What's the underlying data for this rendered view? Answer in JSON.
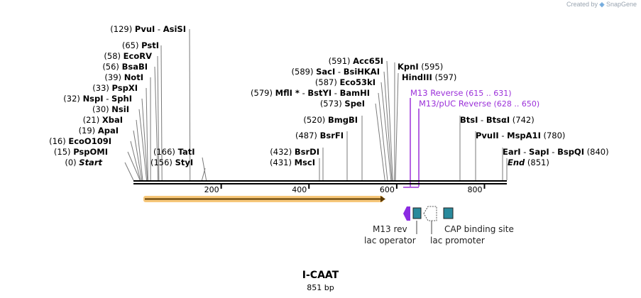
{
  "credit": {
    "created_by": "Created by",
    "brand": "SnapGene"
  },
  "map": {
    "name": "I-CAAT",
    "length_label": "851 bp",
    "length_bp": 851,
    "tick_labels": [
      "200",
      "400",
      "600",
      "800"
    ],
    "tick_values": [
      200,
      400,
      600,
      800
    ],
    "colors": {
      "primer": "#9b30d9",
      "orf": "#e8a33d",
      "orf_arrow": "#5c3a00",
      "lac_operator": "#2a8a9c",
      "cap_site": "#2a8a9c",
      "m13_feature": "#8b2be2"
    },
    "left_sites": [
      {
        "pos": "(129)",
        "name": "PvuI",
        "name2": "AsiSI",
        "loc": 129
      },
      {
        "pos": "(65)",
        "name": "PstI",
        "loc": 65
      },
      {
        "pos": "(58)",
        "name": "EcoRV",
        "loc": 58
      },
      {
        "pos": "(56)",
        "name": "BsaBI",
        "loc": 56
      },
      {
        "pos": "(39)",
        "name": "NotI",
        "loc": 39
      },
      {
        "pos": "(33)",
        "name": "PspXI",
        "loc": 33
      },
      {
        "pos": "(32)",
        "name": "NspI",
        "name2": "SphI",
        "loc": 32
      },
      {
        "pos": "(30)",
        "name": "NsiI",
        "loc": 30
      },
      {
        "pos": "(21)",
        "name": "XbaI",
        "loc": 21
      },
      {
        "pos": "(19)",
        "name": "ApaI",
        "loc": 19
      },
      {
        "pos": "(16)",
        "name": "EcoO109I",
        "loc": 16
      },
      {
        "pos": "(15)",
        "name": "PspOMI",
        "loc": 15
      },
      {
        "pos": "(0)",
        "name": "Start",
        "loc": 0
      }
    ],
    "inner_sites": [
      {
        "name": "TatI",
        "pos": "(166)",
        "loc": 166
      },
      {
        "name": "StyI",
        "pos": "(156)",
        "loc": 156
      }
    ],
    "middle_sites": [
      {
        "pos": "(591)",
        "name": "Acc65I",
        "loc": 591
      },
      {
        "pos": "(589)",
        "name": "SacI",
        "name2": "BsiHKAI",
        "loc": 589
      },
      {
        "pos": "(587)",
        "name": "Eco53kI",
        "loc": 587
      },
      {
        "pos": "(579)",
        "name": "MflI",
        "star": "*",
        "name2": "BstYI",
        "name3": "BamHI",
        "loc": 579
      },
      {
        "pos": "(573)",
        "name": "SpeI",
        "loc": 573
      },
      {
        "pos": "(520)",
        "name": "BmgBI",
        "loc": 520
      },
      {
        "pos": "(487)",
        "name": "BsrFI",
        "loc": 487
      },
      {
        "pos": "(432)",
        "name": "BsrDI",
        "loc": 432
      },
      {
        "pos": "(431)",
        "name": "MscI",
        "loc": 431
      }
    ],
    "right_sites": [
      {
        "name": "KpnI",
        "pos": "(595)",
        "loc": 595
      },
      {
        "name": "HindIII",
        "pos": "(597)",
        "loc": 597
      },
      {
        "name": "BtsI",
        "name2": "BtsαI",
        "pos": "(742)",
        "loc": 742
      },
      {
        "name": "PvuII",
        "name2": "MspA1I",
        "pos": "(780)",
        "loc": 780
      },
      {
        "name": "EarI",
        "name2": "SapI",
        "name3": "BspQI",
        "pos": "(840)",
        "loc": 840
      },
      {
        "name": "End",
        "pos": "(851)",
        "loc": 851
      }
    ],
    "primers": [
      {
        "name": "M13 Reverse",
        "range": "(615 .. 631)",
        "loc": 615
      },
      {
        "name": "M13/pUC Reverse",
        "range": "(628 .. 650)",
        "loc": 628
      }
    ],
    "features": {
      "m13_rev": "M13 rev",
      "lac_operator": "lac operator",
      "lac_promoter": "lac promoter",
      "cap_site": "CAP binding site"
    }
  }
}
